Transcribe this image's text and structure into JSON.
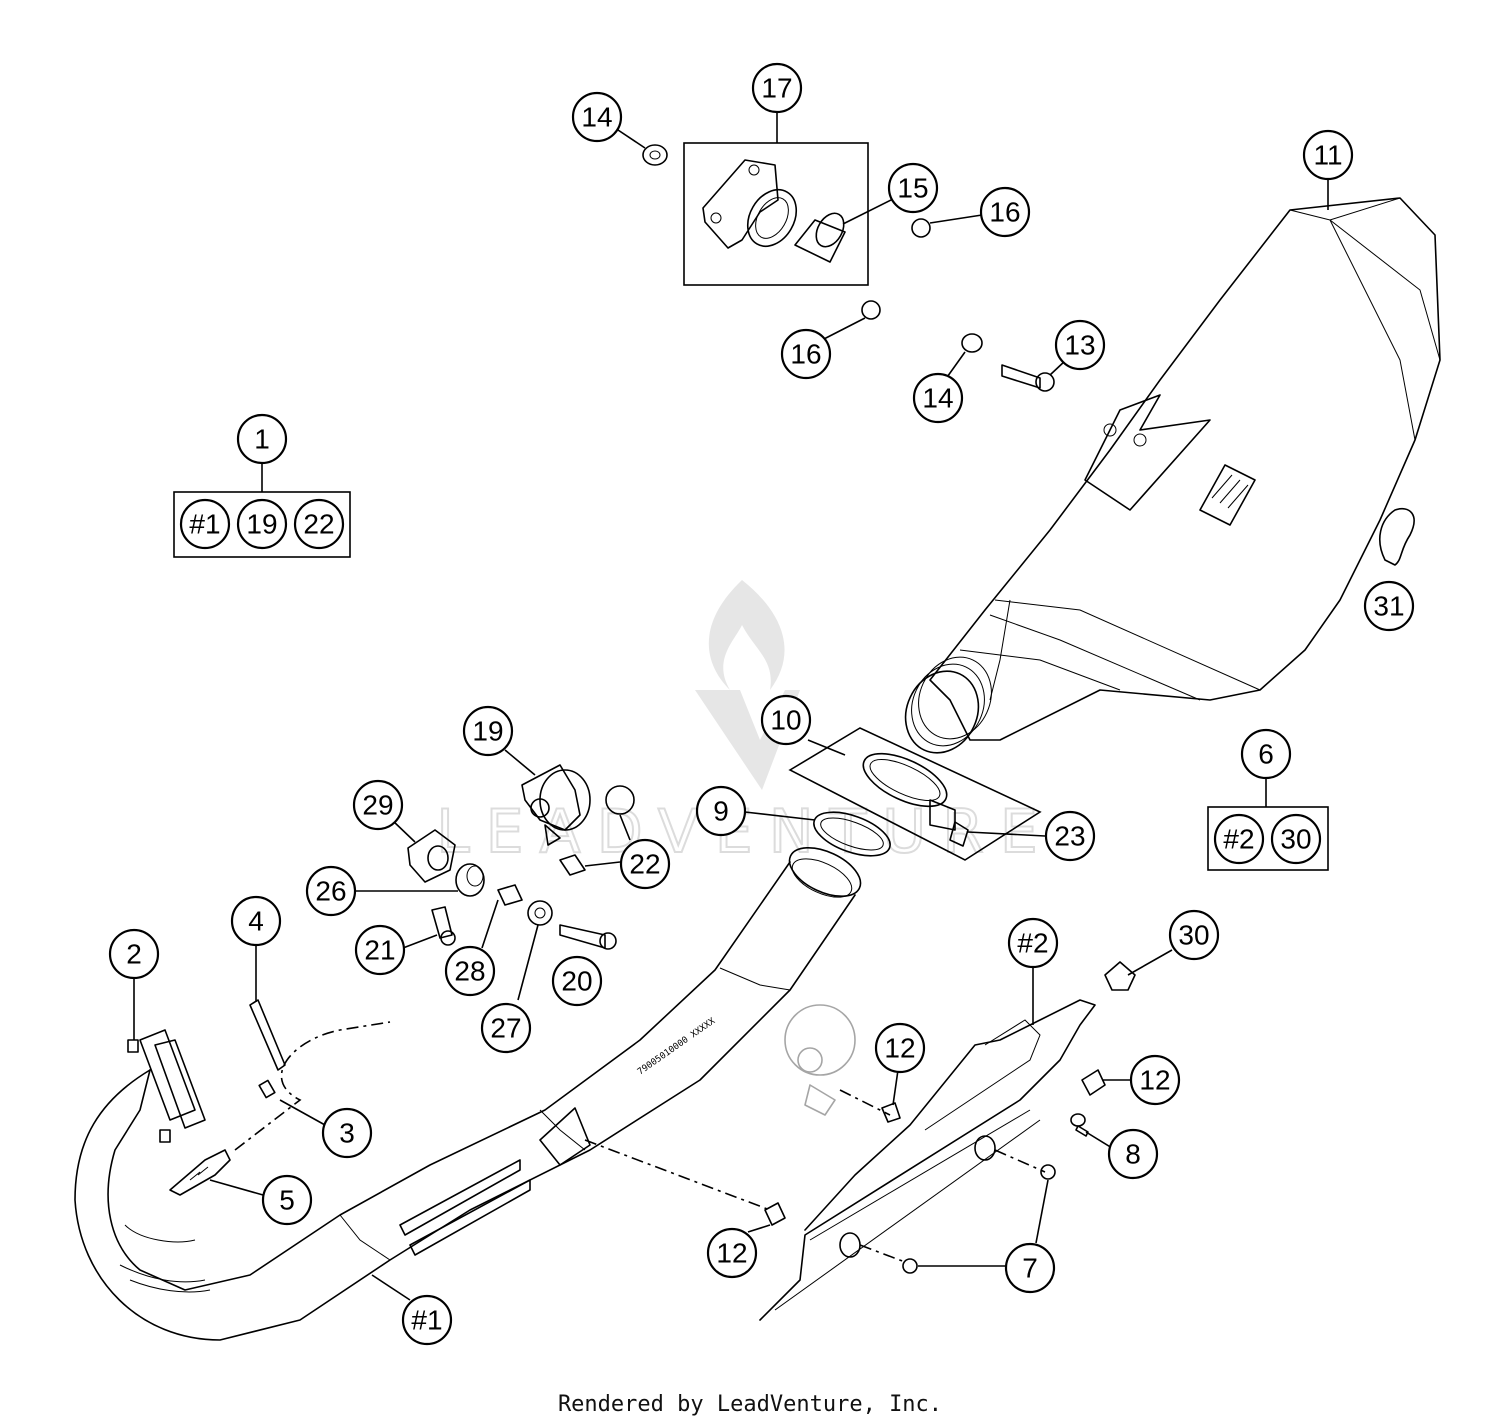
{
  "callouts": [
    {
      "id": "c17",
      "label": "17"
    },
    {
      "id": "c14a",
      "label": "14"
    },
    {
      "id": "c15",
      "label": "15"
    },
    {
      "id": "c16a",
      "label": "16"
    },
    {
      "id": "c16b",
      "label": "16"
    },
    {
      "id": "c14b",
      "label": "14"
    },
    {
      "id": "c13",
      "label": "13"
    },
    {
      "id": "c11",
      "label": "11"
    },
    {
      "id": "c1",
      "label": "1"
    },
    {
      "id": "k1a",
      "label": "#1"
    },
    {
      "id": "k1b",
      "label": "19"
    },
    {
      "id": "k1c",
      "label": "22"
    },
    {
      "id": "c31",
      "label": "31"
    },
    {
      "id": "c10",
      "label": "10"
    },
    {
      "id": "c19",
      "label": "19"
    },
    {
      "id": "c29",
      "label": "29"
    },
    {
      "id": "c9",
      "label": "9"
    },
    {
      "id": "c22",
      "label": "22"
    },
    {
      "id": "c23",
      "label": "23"
    },
    {
      "id": "c6",
      "label": "6"
    },
    {
      "id": "k6a",
      "label": "#2"
    },
    {
      "id": "k6b",
      "label": "30"
    },
    {
      "id": "c26",
      "label": "26"
    },
    {
      "id": "c4",
      "label": "4"
    },
    {
      "id": "c21",
      "label": "21"
    },
    {
      "id": "c28",
      "label": "28"
    },
    {
      "id": "c20",
      "label": "20"
    },
    {
      "id": "c2",
      "label": "2"
    },
    {
      "id": "c27",
      "label": "27"
    },
    {
      "id": "c30",
      "label": "30"
    },
    {
      "id": "cH2",
      "label": "#2"
    },
    {
      "id": "c12a",
      "label": "12"
    },
    {
      "id": "c12b",
      "label": "12"
    },
    {
      "id": "c3",
      "label": "3"
    },
    {
      "id": "c8",
      "label": "8"
    },
    {
      "id": "c5",
      "label": "5"
    },
    {
      "id": "c12c",
      "label": "12"
    },
    {
      "id": "c7",
      "label": "7"
    },
    {
      "id": "cH1",
      "label": "#1"
    }
  ],
  "pipe_stamp": "79005010000 XXXXX",
  "watermark": "LEADVENTURE",
  "footer": "Rendered by LeadVenture, Inc."
}
